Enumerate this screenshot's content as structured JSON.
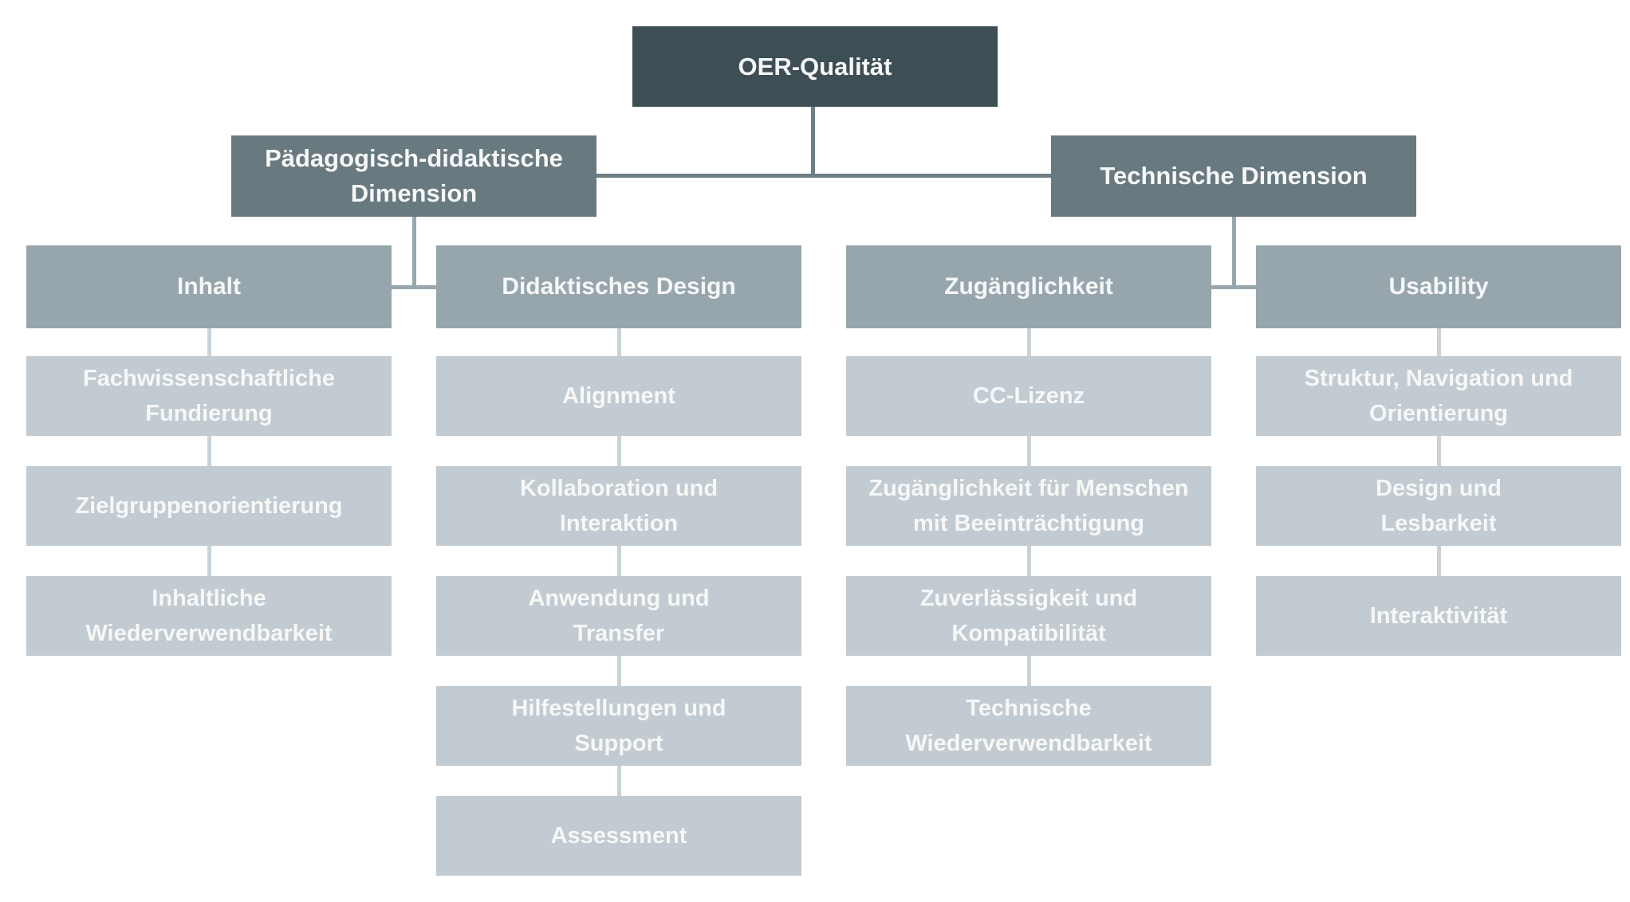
{
  "root": {
    "label": "OER-Qualität"
  },
  "branches": [
    {
      "label": "Pädagogisch-didaktische\nDimension",
      "groups": [
        {
          "label": "Inhalt",
          "items": [
            "Fachwissenschaftliche\nFundierung",
            "Zielgruppenorientierung",
            "Inhaltliche\nWiederverwendbarkeit"
          ]
        },
        {
          "label": "Didaktisches Design",
          "items": [
            "Alignment",
            "Kollaboration und\nInteraktion",
            "Anwendung und\nTransfer",
            "Hilfestellungen und\nSupport",
            "Assessment"
          ]
        }
      ]
    },
    {
      "label": "Technische Dimension",
      "groups": [
        {
          "label": "Zugänglichkeit",
          "items": [
            "CC-Lizenz",
            "Zugänglichkeit für Menschen\nmit Beeinträchtigung",
            "Zuverlässigkeit und\nKompatibilität",
            "Technische\nWiederverwendbarkeit"
          ]
        },
        {
          "label": "Usability",
          "items": [
            "Struktur, Navigation und\nOrientierung",
            "Design und\nLesbarkeit",
            "Interaktivität"
          ]
        }
      ]
    }
  ],
  "colors": {
    "level0_fill": "#3d4e54",
    "level1_fill": "#68797f",
    "level2_fill": "#97a6ad",
    "level3_fill": "#c2cbd1",
    "text": "#f6f7f7",
    "background": "#ffffff"
  }
}
